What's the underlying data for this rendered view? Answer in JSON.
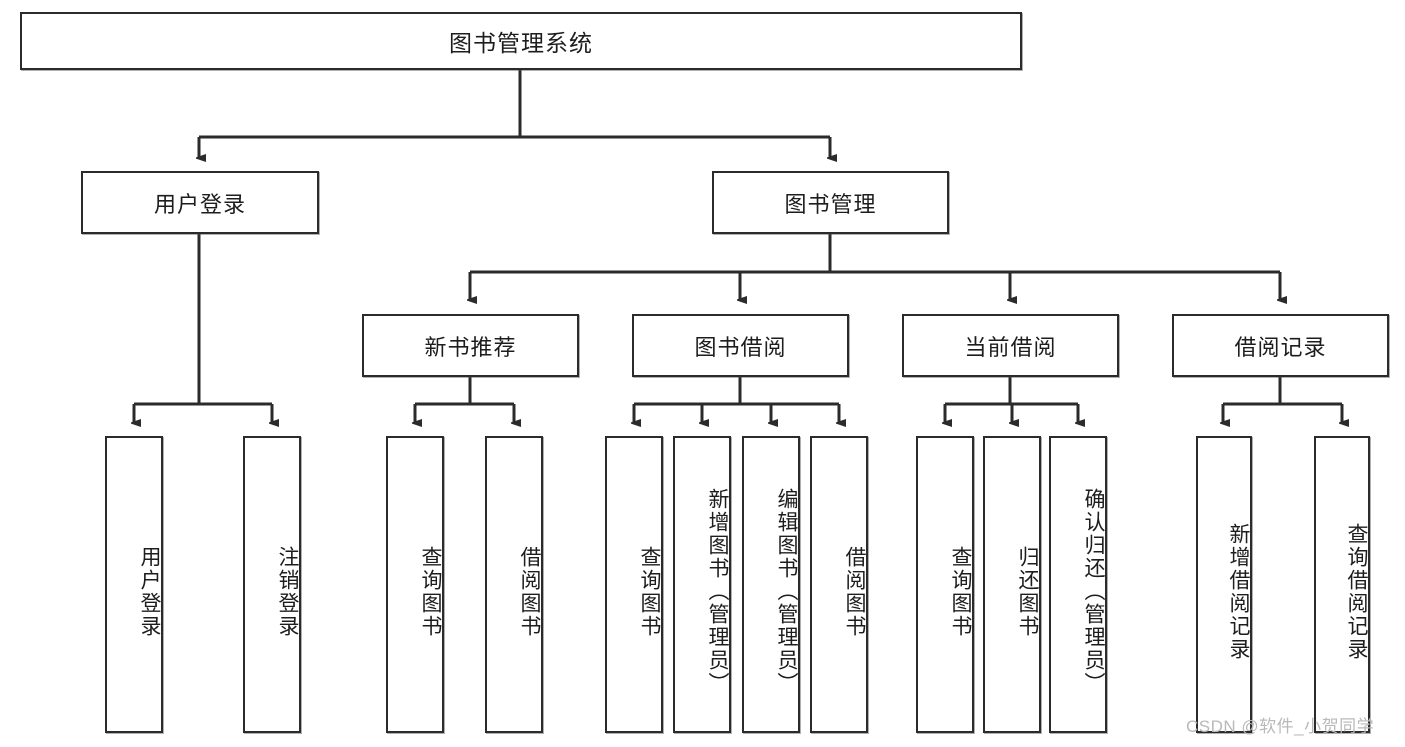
{
  "diagram": {
    "title": "图书管理系统",
    "type": "hierarchy-tree",
    "orientation": "top-down",
    "root": {
      "id": "root",
      "label": "图书管理系统"
    },
    "level2": [
      {
        "id": "user-login",
        "label": "用户登录"
      },
      {
        "id": "book-management",
        "label": "图书管理"
      }
    ],
    "level3": [
      {
        "id": "new-book-recommend",
        "label": "新书推荐",
        "parent": "book-management"
      },
      {
        "id": "book-borrow",
        "label": "图书借阅",
        "parent": "book-management"
      },
      {
        "id": "current-borrow",
        "label": "当前借阅",
        "parent": "book-management"
      },
      {
        "id": "borrow-record",
        "label": "借阅记录",
        "parent": "book-management"
      }
    ],
    "leaves": [
      {
        "id": "leaf-user-login",
        "label": "用户登录",
        "parent": "user-login"
      },
      {
        "id": "leaf-logout-login",
        "label": "注销登录",
        "parent": "user-login"
      },
      {
        "id": "leaf-query-book-1",
        "label": "查询图书",
        "parent": "new-book-recommend"
      },
      {
        "id": "leaf-borrow-book-1",
        "label": "借阅图书",
        "parent": "new-book-recommend"
      },
      {
        "id": "leaf-query-book-2",
        "label": "查询图书",
        "parent": "book-borrow"
      },
      {
        "id": "leaf-add-book",
        "label": "新增图书（管理员）",
        "parent": "book-borrow"
      },
      {
        "id": "leaf-edit-book",
        "label": "编辑图书（管理员）",
        "parent": "book-borrow"
      },
      {
        "id": "leaf-borrow-book-2",
        "label": "借阅图书",
        "parent": "book-borrow"
      },
      {
        "id": "leaf-query-book-3",
        "label": "查询图书",
        "parent": "current-borrow"
      },
      {
        "id": "leaf-return-book",
        "label": "归还图书",
        "parent": "current-borrow"
      },
      {
        "id": "leaf-confirm-return",
        "label": "确认归还（管理员）",
        "parent": "current-borrow"
      },
      {
        "id": "leaf-add-record",
        "label": "新增借阅记录",
        "parent": "borrow-record"
      },
      {
        "id": "leaf-query-record",
        "label": "查询借阅记录",
        "parent": "borrow-record"
      }
    ],
    "colors": {
      "stroke": "#2b2b2b",
      "fill": "#ffffff",
      "text": "#1d1d1d",
      "watermark": "#b9b9b9"
    }
  },
  "watermark": {
    "text": "CSDN @软件_小贺同学"
  }
}
